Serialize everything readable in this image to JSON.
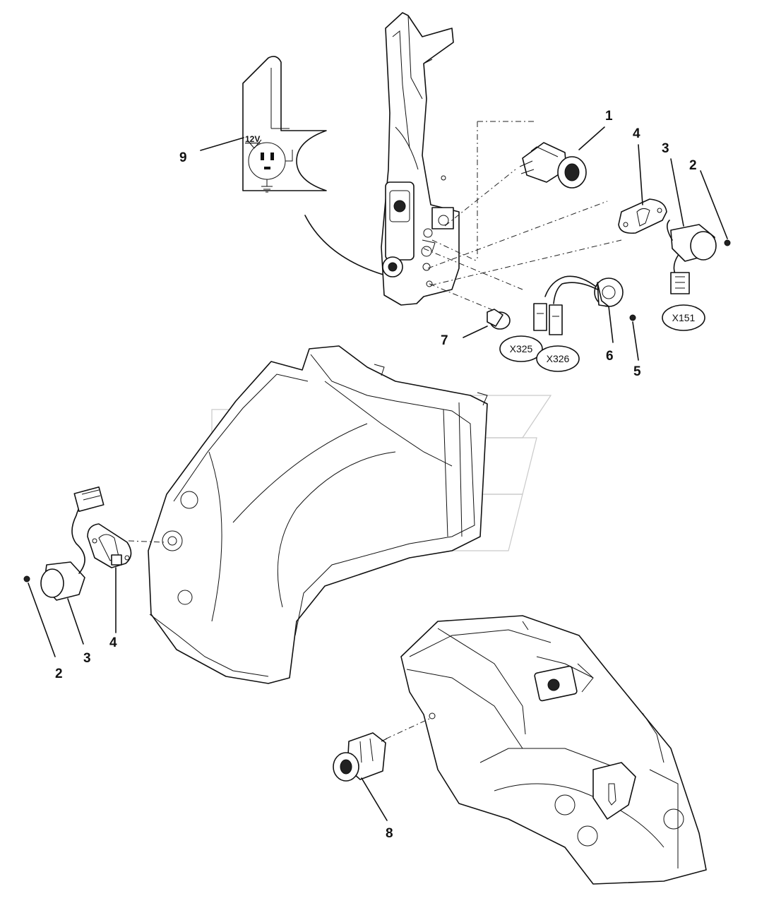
{
  "callouts": {
    "c1": "1",
    "c2a": "2",
    "c2b": "2",
    "c3a": "3",
    "c3b": "3",
    "c4a": "4",
    "c4b": "4",
    "c5": "5",
    "c6": "6",
    "c7": "7",
    "c8": "8",
    "c9": "9"
  },
  "connectors": {
    "x151": "X151",
    "x325": "X325",
    "x326": "X326"
  },
  "decal": {
    "voltage": "12V"
  }
}
